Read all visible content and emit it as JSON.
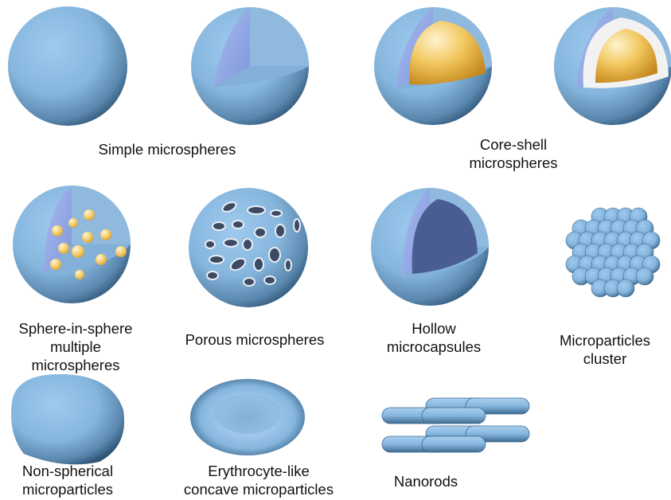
{
  "labels": {
    "simple": "Simple microspheres",
    "core_shell": "Core-shell\nmicrospheres",
    "sphere_in_sphere": "Sphere-in-sphere\nmultiple\nmicrospheres",
    "porous": "Porous microspheres",
    "hollow": "Hollow\nmicrocapsules",
    "cluster": "Microparticles\ncluster",
    "non_spherical": "Non-spherical\nmicroparticles",
    "erythrocyte": "Erythrocyte-like\nconcave microparticles",
    "nanorods": "Nanorods"
  },
  "colors": {
    "shell_blue": "#86b6dd",
    "shell_dark": "#2e5576",
    "cut_face": "#9ab2e8",
    "cut_face_dark": "#7f96db",
    "core_yellow": "#f2c75f",
    "core_light": "#fff3cf",
    "core_dark": "#c68a1f",
    "white_layer": "#f3f3f3",
    "pore_dark": "#3d4a63",
    "hollow_inside": "#4a5d92"
  }
}
